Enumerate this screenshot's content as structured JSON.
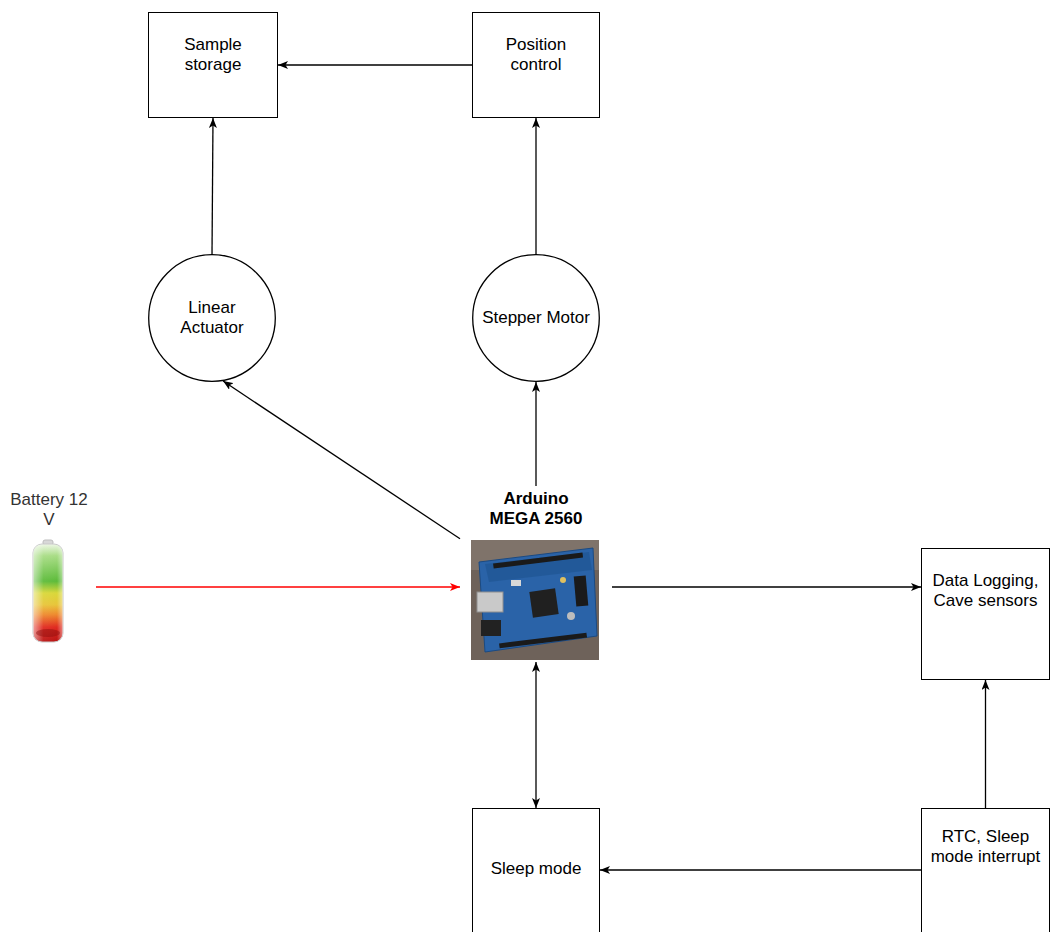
{
  "diagram": {
    "nodes": [
      {
        "text": [
          "Sample storage"
        ]
      },
      {
        "text": [
          "Position control"
        ]
      },
      {
        "text": [
          "Linear Actuator"
        ]
      },
      {
        "text": [
          "Stepper Motor"
        ]
      },
      {
        "text": [
          "Battery 12 V"
        ]
      },
      {
        "text": [
          "Arduino MEGA 2560"
        ]
      },
      {
        "text": [
          "Data Logging, Cave sensors"
        ]
      },
      {
        "text": [
          "Sleep mode"
        ]
      },
      {
        "text": [
          "RTC, Sleep mode interrupt"
        ]
      }
    ],
    "edges": [
      {
        "from": 1,
        "to": 0,
        "arrow": "to"
      },
      {
        "from": 2,
        "to": 0,
        "arrow": "to"
      },
      {
        "from": 3,
        "to": 1,
        "arrow": "to"
      },
      {
        "from": 5,
        "to": 2,
        "arrow": "to"
      },
      {
        "from": 5,
        "to": 3,
        "arrow": "to"
      },
      {
        "from": 4,
        "to": 5,
        "arrow": "to"
      },
      {
        "from": 5,
        "to": 6,
        "arrow": "to"
      },
      {
        "from": 5,
        "to": 7,
        "arrow": "both"
      },
      {
        "from": 8,
        "to": 7,
        "arrow": "to"
      },
      {
        "from": 8,
        "to": 6,
        "arrow": "to"
      }
    ]
  }
}
